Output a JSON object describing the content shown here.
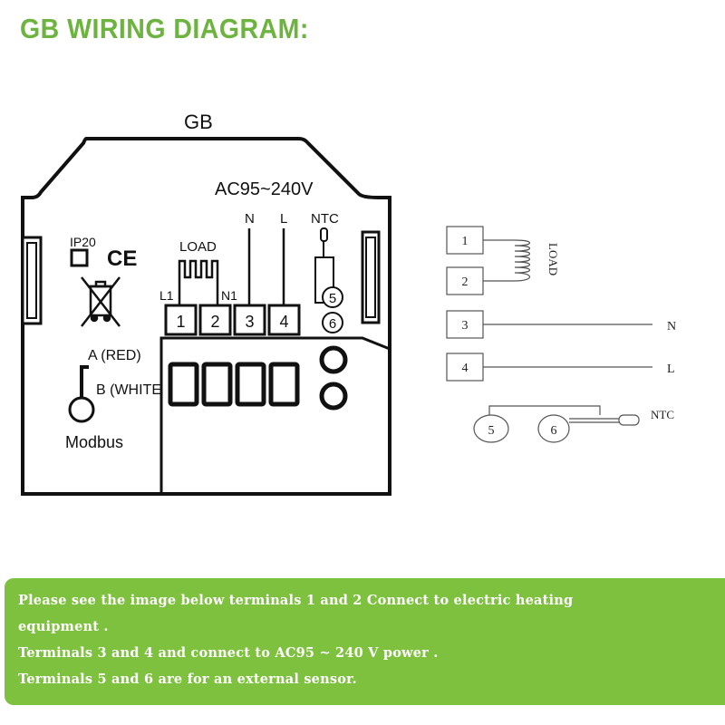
{
  "title": "GB WIRING DIAGRAM:",
  "device": {
    "top_label": "GB",
    "voltage_label": "AC95~240V",
    "ip_rating": "IP20",
    "ce_mark": "CE",
    "load_label": "LOAD",
    "l1_label": "L1",
    "n1_label": "N1",
    "n_label": "N",
    "l_label": "L",
    "ntc_label": "NTC",
    "terminals": [
      "1",
      "2",
      "3",
      "4"
    ],
    "sensor_terminals": [
      "5",
      "6"
    ],
    "modbus_a_label": "A (RED)",
    "modbus_b_label": "B (WHITE",
    "modbus_label": "Modbus",
    "icons": [
      "weee-bin-icon",
      "ip20-square-icon",
      "ce-mark-icon"
    ]
  },
  "schematic": {
    "terminal_labels": [
      "1",
      "2",
      "3",
      "4"
    ],
    "load_label": "LOAD",
    "n_label": "N",
    "l_label": "L",
    "sensor_labels": [
      "5",
      "6"
    ],
    "ntc_label": "NTC"
  },
  "notes": [
    " Please see the image below terminals 1 and 2 Connect to electric heating",
    "equipment .",
    "Terminals 3 and 4 and connect to AC95 ~ 240 V power .",
    "Terminals 5 and 6 are for an external sensor."
  ],
  "colors": {
    "title": "#6db33f",
    "note_background": "#7ec13e",
    "note_text": "#ffffff"
  }
}
